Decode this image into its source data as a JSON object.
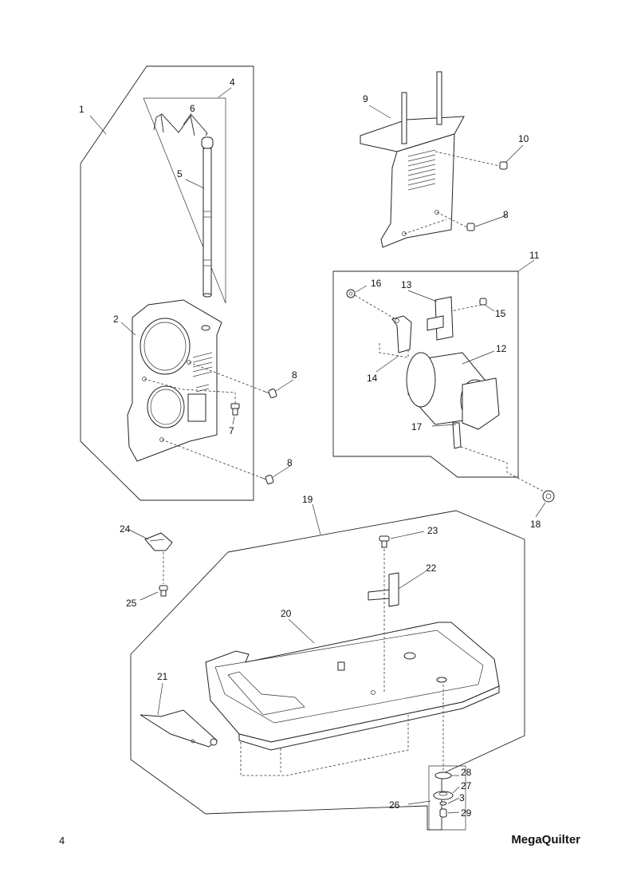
{
  "footer": {
    "page_number": "4",
    "brand": "MegaQuilter"
  },
  "callouts": {
    "c1": "1",
    "c2": "2",
    "c3": "3",
    "c4": "4",
    "c5": "5",
    "c6": "6",
    "c7": "7",
    "c8a": "8",
    "c8b": "8",
    "c8c": "8",
    "c9": "9",
    "c10": "10",
    "c11": "11",
    "c12": "12",
    "c13": "13",
    "c14": "14",
    "c15": "15",
    "c16": "16",
    "c17": "17",
    "c18": "18",
    "c19": "19",
    "c20": "20",
    "c21": "21",
    "c22": "22",
    "c23": "23",
    "c24": "24",
    "c25": "25",
    "c26": "26",
    "c27": "27",
    "c28": "28",
    "c29": "29"
  }
}
